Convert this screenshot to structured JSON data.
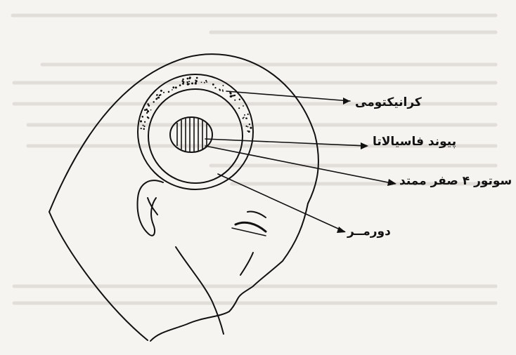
{
  "labels": {
    "craniectomy": "کرانیکتومی",
    "fascia_lata_graft": "پیوند فاسیالاتا",
    "suture": "سوتور ۴ صفر ممتد",
    "dura": "دورمــر"
  },
  "colors": {
    "ink": "#111111",
    "paper": "#f6f4f1",
    "bleed_through": "#d9d5cf"
  }
}
